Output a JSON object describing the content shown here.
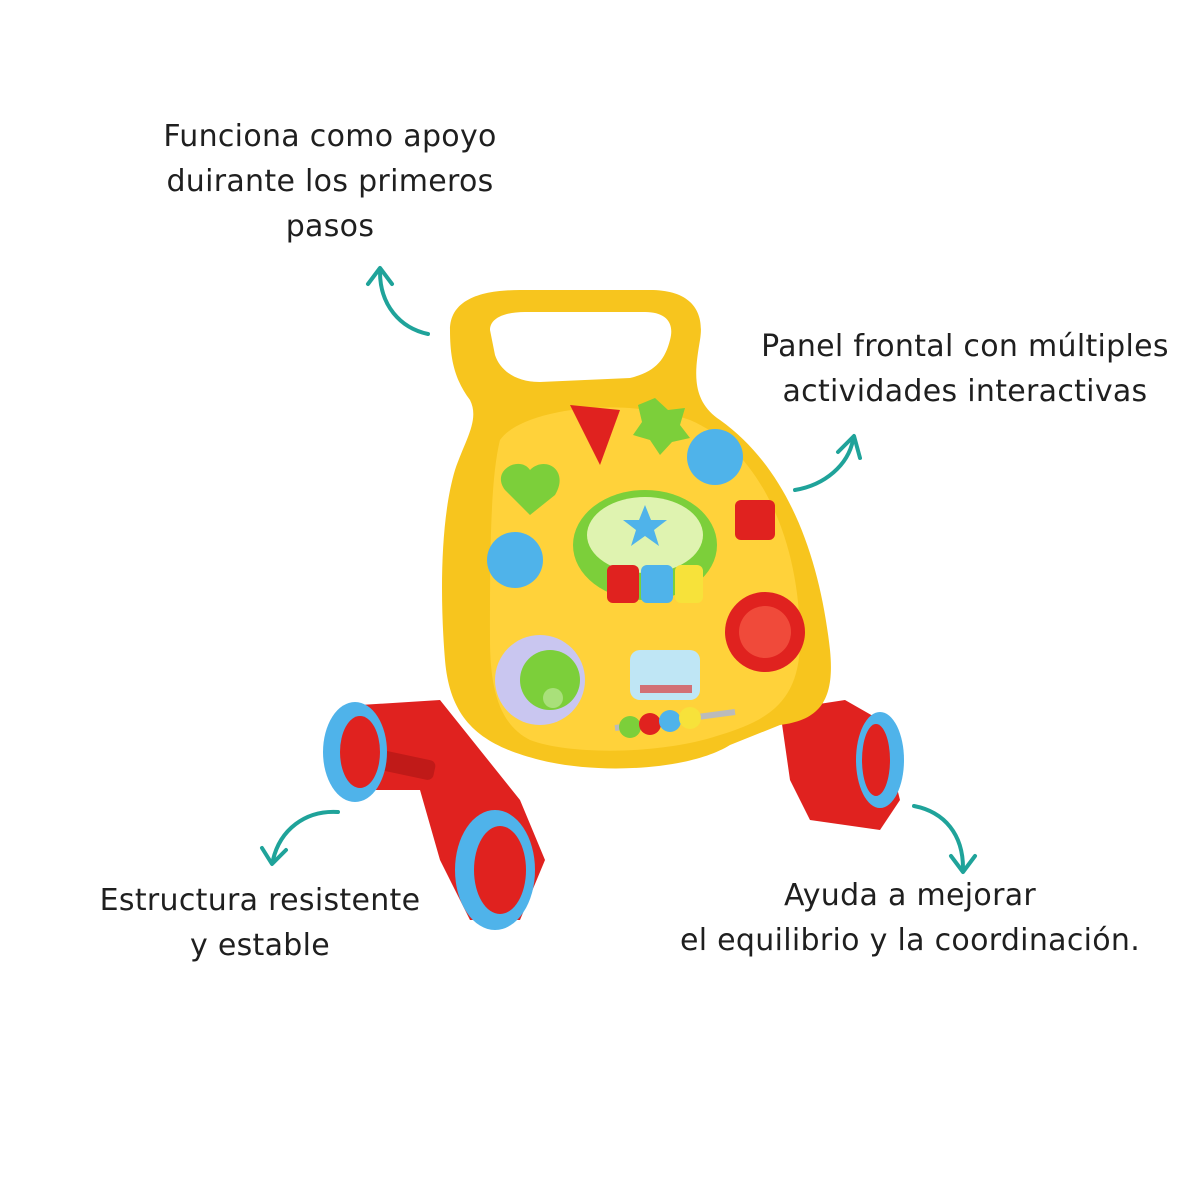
{
  "captions": {
    "support": [
      "Funciona como apoyo",
      "duirante los primeros",
      "pasos"
    ],
    "panel": [
      "Panel frontal con múltiples",
      "actividades interactivas"
    ],
    "structure": [
      "Estructura resistente",
      "y estable"
    ],
    "balance": [
      "Ayuda a mejorar",
      "el equilibrio y la coordinación."
    ]
  },
  "colors": {
    "background": "#ffffff",
    "text": "#1f1f1f",
    "arrow": "#1fa39a",
    "toy_yellow": "#f7c51e",
    "toy_red": "#e0221f",
    "toy_blue": "#4fb3ea",
    "toy_green": "#7ccf3a"
  },
  "icons": {
    "arrows": [
      "curved-arrow-up-icon",
      "curved-arrow-up-right-icon",
      "curved-arrow-down-left-icon",
      "curved-arrow-down-icon"
    ]
  }
}
